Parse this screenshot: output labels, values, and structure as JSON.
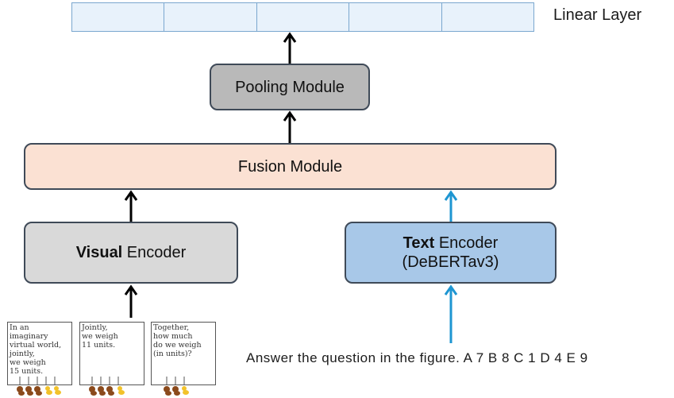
{
  "linear_layer": {
    "label": "Linear Layer",
    "cells": 5
  },
  "pooling_module": {
    "label": "Pooling Module"
  },
  "fusion_module": {
    "label": "Fusion Module"
  },
  "visual_encoder": {
    "label_bold": "Visual",
    "label_rest": " Encoder"
  },
  "text_encoder": {
    "label_bold": "Text",
    "label_rest": " Encoder",
    "model": "(DeBERTav3)"
  },
  "question_input": {
    "text": "Answer the question in the figure. A  7  B  8  C  1  D  4  E  9"
  },
  "comic_panels": [
    {
      "text": "In an\nimaginary\nvirtual world,\njointly,\nwe weigh\n15 units."
    },
    {
      "text": "Jointly,\nwe weigh\n11 units."
    },
    {
      "text": "Together,\nhow much\ndo we weigh\n(in units)?"
    }
  ],
  "colors": {
    "linear_fill": "#e8f2fb",
    "linear_border": "#7aa7cf",
    "pooling_fill": "#b9b9b9",
    "fusion_fill": "#fbe1d3",
    "visual_fill": "#d9d9d9",
    "text_encoder_fill": "#a8c8e8",
    "visual_arrow": "#000000",
    "text_arrow": "#1e96d2"
  }
}
